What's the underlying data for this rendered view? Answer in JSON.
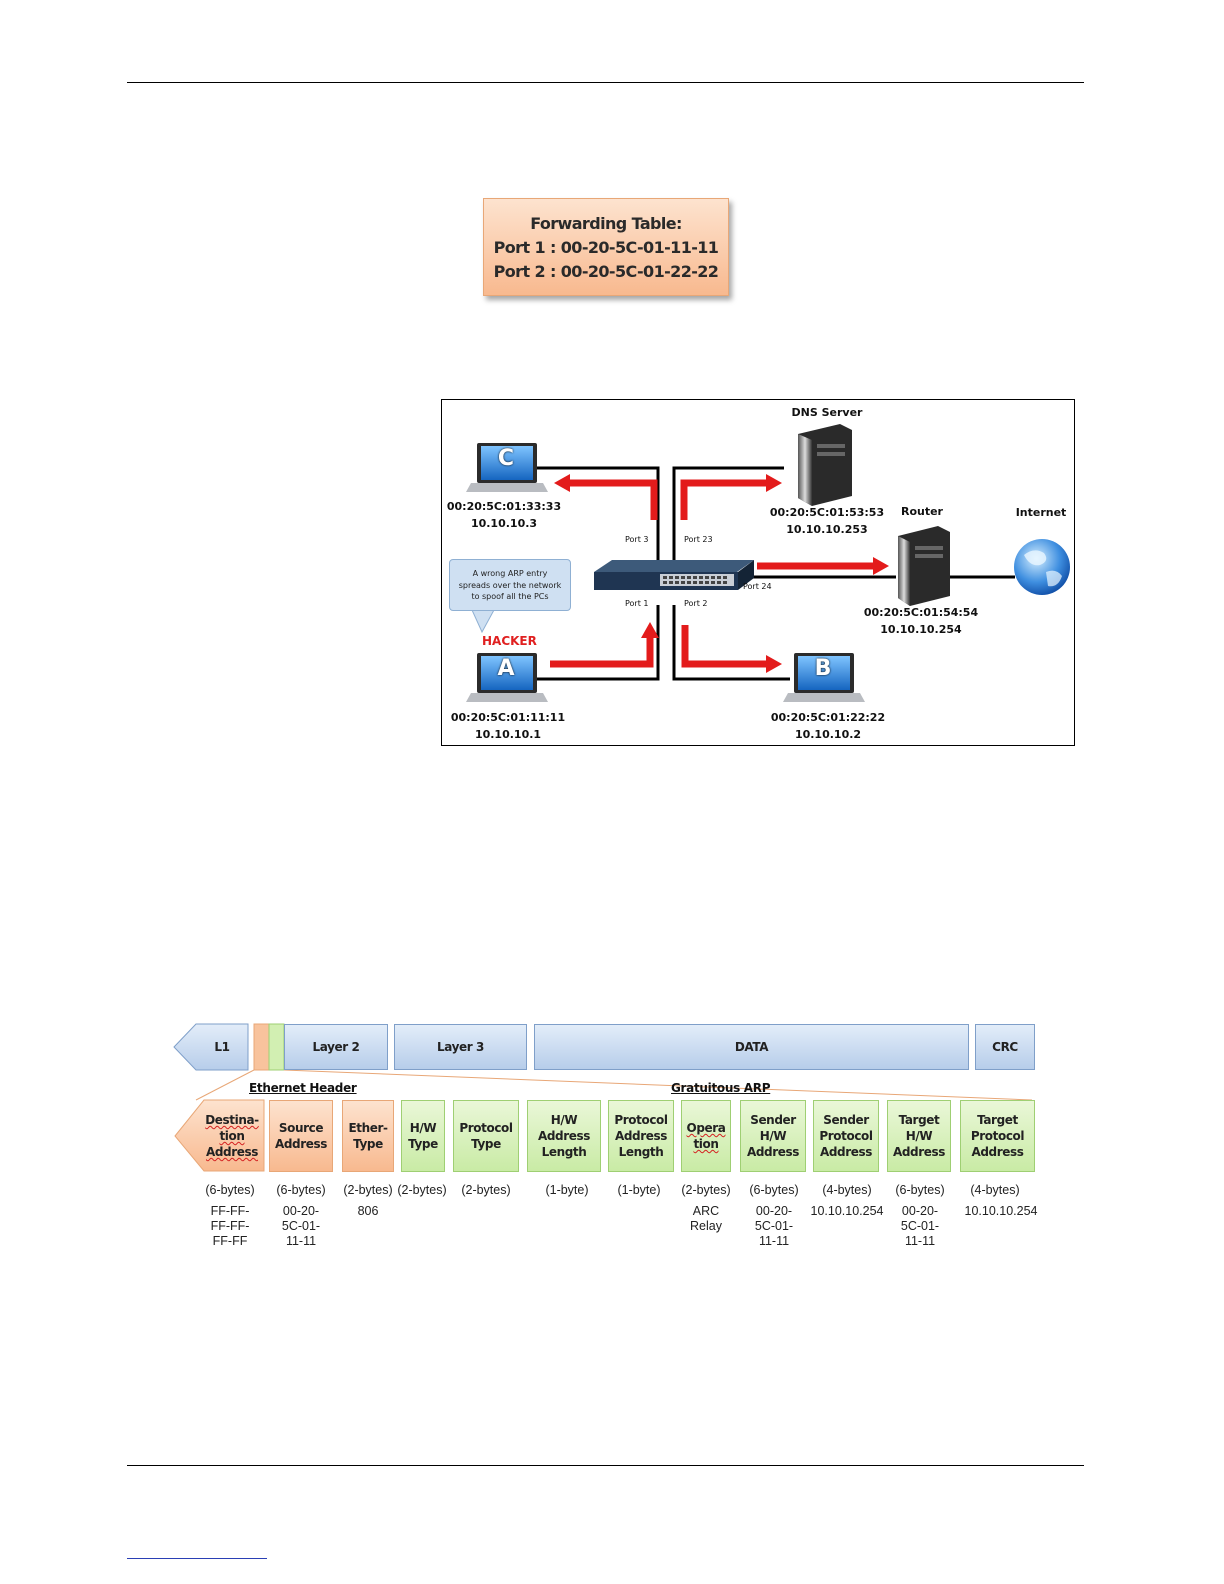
{
  "forwarding_table": {
    "title": "Forwarding Table:",
    "rows": [
      "Port 1 : 00-20-5C-01-11-11",
      "Port 2 : 00-20-5C-01-22-22"
    ]
  },
  "network": {
    "pc_c": {
      "letter": "C",
      "mac": "00:20:5C:01:33:33",
      "ip": "10.10.10.3"
    },
    "pc_a": {
      "letter": "A",
      "mac": "00:20:5C:01:11:11",
      "ip": "10.10.10.1"
    },
    "pc_b": {
      "letter": "B",
      "mac": "00:20:5C:01:22:22",
      "ip": "10.10.10.2"
    },
    "dns": {
      "title": "DNS Server",
      "mac": "00:20:5C:01:53:53",
      "ip": "10.10.10.253"
    },
    "router": {
      "title": "Router",
      "mac": "00:20:5C:01:54:54",
      "ip": "10.10.10.254"
    },
    "internet": "Internet",
    "ports": {
      "p3": "Port 3",
      "p23": "Port 23",
      "p1": "Port 1",
      "p2": "Port 2",
      "p24": "Port 24"
    },
    "callout": [
      "A wrong ARP entry",
      "spreads over the network",
      "to spoof all the PCs"
    ],
    "hacker": "HACKER"
  },
  "frame": {
    "layers": {
      "l1": "L1",
      "l2": "Layer 2",
      "l3": "Layer 3",
      "data": "DATA",
      "crc": "CRC"
    },
    "ethernet_header": "Ethernet Header",
    "gratuitous_arp": "Gratuitous ARP",
    "fields": [
      {
        "name": "Destina-\ntion\nAddress",
        "size": "(6-bytes)",
        "value": "FF-FF-\nFF-FF-\nFF-FF"
      },
      {
        "name": "Source\nAddress",
        "size": "(6-bytes)",
        "value": "00-20-\n5C-01-\n11-11"
      },
      {
        "name": "Ether-\nType",
        "size": "(2-bytes)",
        "value": "806"
      },
      {
        "name": "H/W\nType",
        "size": "(2-bytes)",
        "value": ""
      },
      {
        "name": "Protocol\nType",
        "size": "(2-bytes)",
        "value": ""
      },
      {
        "name": "H/W\nAddress\nLength",
        "size": "(1-byte)",
        "value": ""
      },
      {
        "name": "Protocol\nAddress\nLength",
        "size": "(1-byte)",
        "value": ""
      },
      {
        "name": "Opera\ntion",
        "size": "(2-bytes)",
        "value": "ARC\nRelay"
      },
      {
        "name": "Sender\nH/W\nAddress",
        "size": "(6-bytes)",
        "value": "00-20-\n5C-01-\n11-11"
      },
      {
        "name": "Sender\nProtocol\nAddress",
        "size": "(4-bytes)",
        "value": "10.10.10.254"
      },
      {
        "name": "Target\nH/W\nAddress",
        "size": "(6-bytes)",
        "value": "00-20-\n5C-01-\n11-11"
      },
      {
        "name": "Target\nProtocol\nAddress",
        "size": "(4-bytes)",
        "value": "10.10.10.254"
      }
    ]
  }
}
